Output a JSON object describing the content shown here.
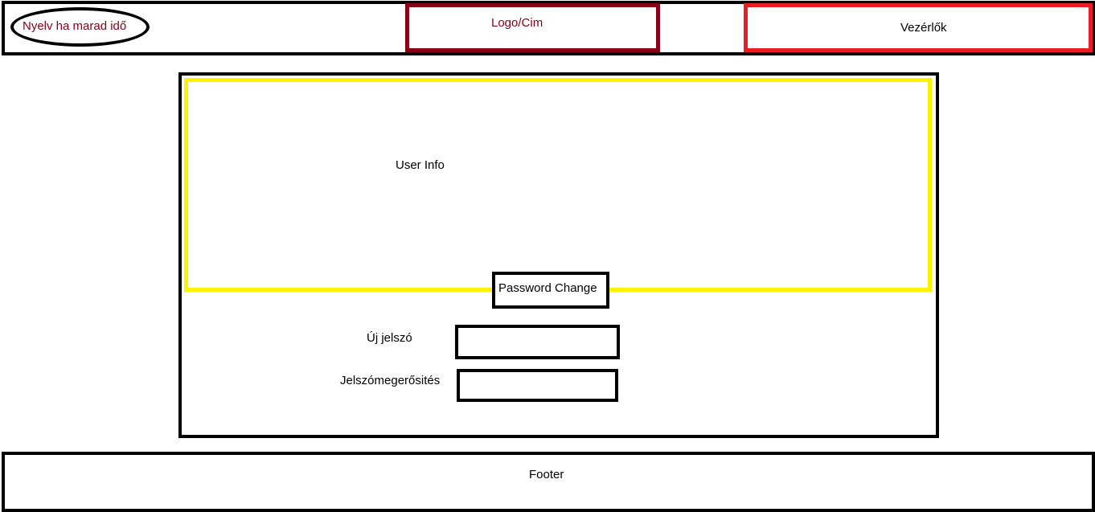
{
  "header": {
    "language_label": "Nyelv ha marad idő",
    "logo_label": "Logo/Cim",
    "controls_label": "Vezérlők"
  },
  "main": {
    "user_info_label": "User Info",
    "password_change_label": "Password Change",
    "new_password_label": "Új jelszó",
    "confirm_password_label": "Jelszómegerősités"
  },
  "footer": {
    "label": "Footer"
  },
  "colors": {
    "dark_red": "#880015",
    "red": "#ed1c24",
    "yellow": "#fff200",
    "black": "#000000"
  }
}
